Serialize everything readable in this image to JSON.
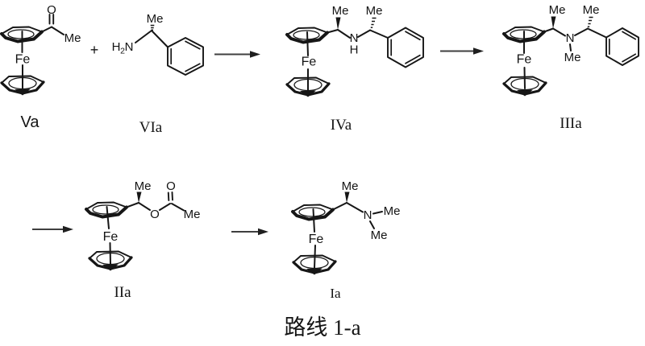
{
  "caption": "路线 1-a",
  "operators": {
    "plus": "+"
  },
  "molecules": {
    "va": {
      "label": "Va",
      "atoms": {
        "o": "O",
        "me": "Me",
        "fe": "Fe"
      }
    },
    "via": {
      "label": "VIa",
      "atoms": {
        "h": "H",
        "sub2": "2",
        "n": "N",
        "me": "Me"
      }
    },
    "iva": {
      "label": "IVa",
      "atoms": {
        "me1": "Me",
        "me2": "Me",
        "n": "N",
        "h": "H",
        "fe": "Fe"
      }
    },
    "iiia": {
      "label": "IIIa",
      "atoms": {
        "me1": "Me",
        "me2": "Me",
        "n": "N",
        "n_me": "Me",
        "fe": "Fe"
      }
    },
    "iia": {
      "label": "IIa",
      "atoms": {
        "me1": "Me",
        "o_ester": "O",
        "o_carbonyl": "O",
        "me2": "Me",
        "fe": "Fe"
      }
    },
    "ia": {
      "label": "Ia",
      "atoms": {
        "me1": "Me",
        "n": "N",
        "me2": "Me",
        "me3": "Me",
        "fe": "Fe"
      }
    }
  }
}
